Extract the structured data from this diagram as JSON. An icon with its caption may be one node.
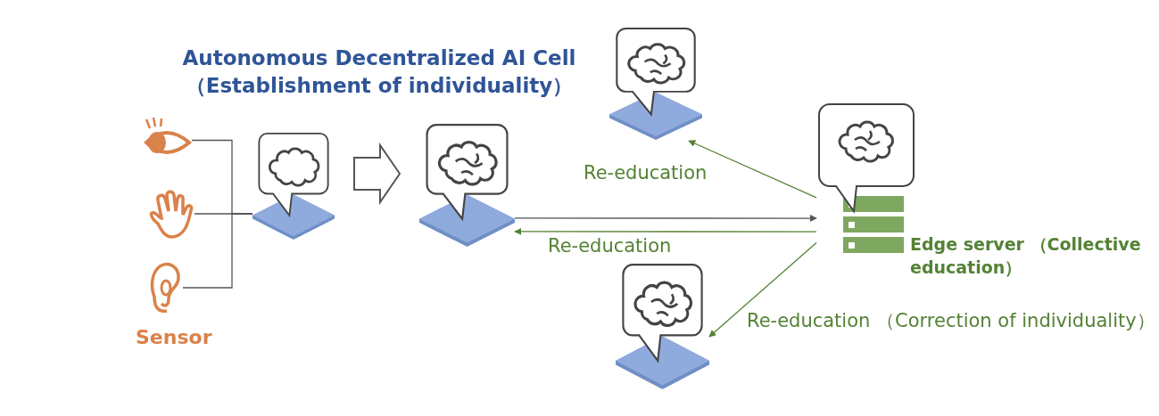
{
  "diagram": {
    "nodes": [
      {
        "text": [],
        "shape": "eye"
      },
      {
        "text": [],
        "shape": "hand"
      },
      {
        "text": [],
        "shape": "ear"
      },
      {
        "text": [],
        "shape": "tile"
      },
      {
        "text": [],
        "shape": "tile"
      },
      {
        "text": [],
        "shape": "tile"
      },
      {
        "text": [],
        "shape": "tile"
      },
      {
        "text": [],
        "shape": "server",
        "beside": [
          "Edge server （Collective education）"
        ]
      }
    ],
    "edges": [
      {
        "from": 0,
        "to": 3,
        "arrow": "none"
      },
      {
        "from": 1,
        "to": 3,
        "arrow": "none"
      },
      {
        "from": 2,
        "to": 3,
        "arrow": "none"
      },
      {
        "from": 3,
        "to": 4,
        "arrow": "to",
        "style": "thick"
      },
      {
        "from": 4,
        "to": 7,
        "arrow": "to"
      },
      {
        "from": 7,
        "to": 4,
        "arrow": "to",
        "label": "Re-education",
        "color": "#548235"
      },
      {
        "from": 7,
        "to": 5,
        "arrow": "to",
        "label": "Re-education",
        "color": "#548235"
      },
      {
        "from": 7,
        "to": 6,
        "arrow": "to",
        "label": "Re-education （Correction of individuality）",
        "color": "#548235"
      }
    ],
    "labels": [
      "Autonomous Decentralized AI Cell （Establishment of individuality）",
      "Sensor"
    ]
  }
}
